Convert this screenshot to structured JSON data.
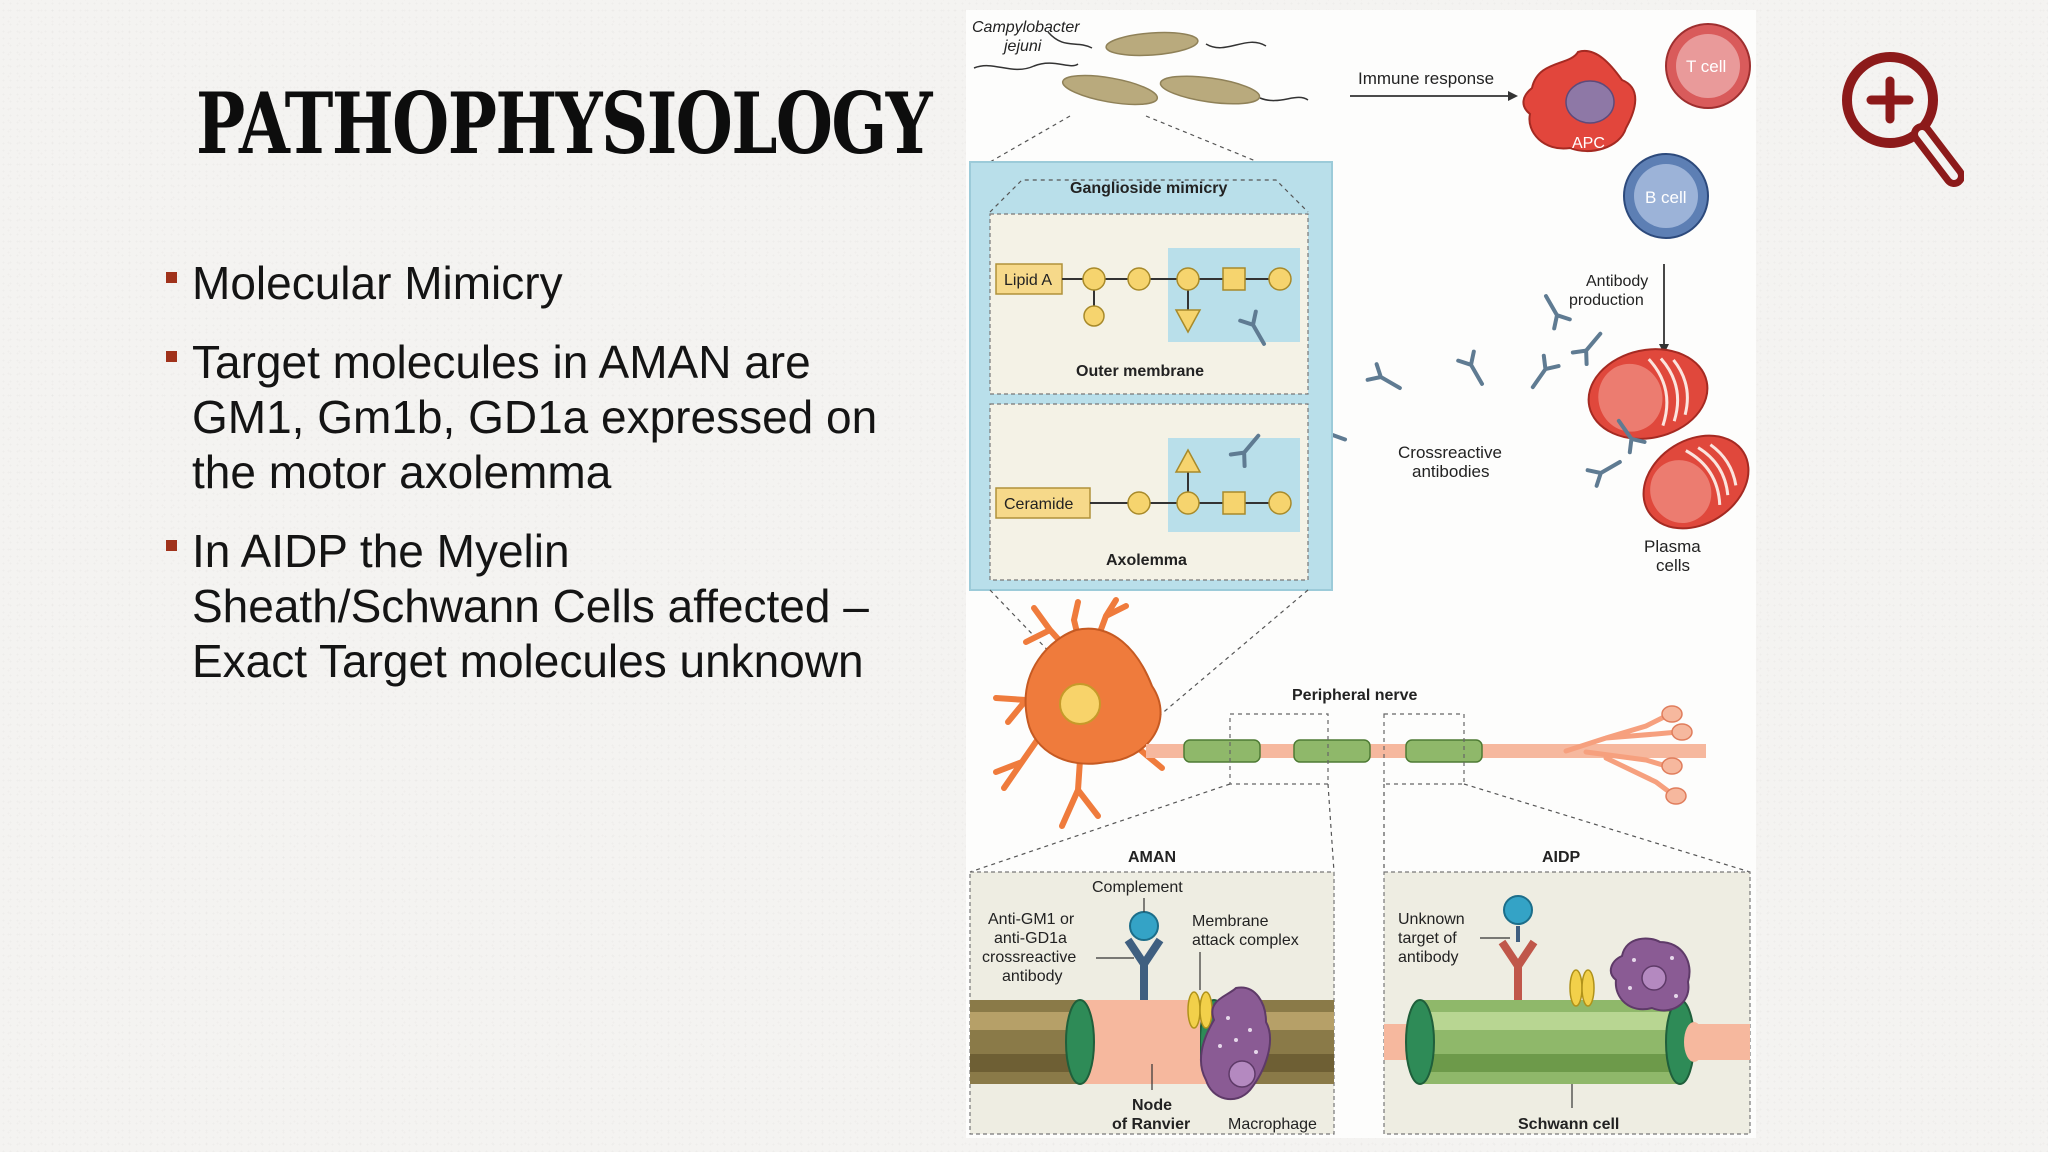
{
  "slide": {
    "title": "PATHOPHYSIOLOGY",
    "bullets": [
      "Molecular Mimicry",
      "Target molecules in AMAN are GM1, Gm1b, GD1a expressed on the motor axolemma",
      "In AIDP the Myelin Sheath/Schwann Cells affected – Exact Target molecules unknown"
    ]
  },
  "toolbar": {
    "zoom_icon": "zoom-in-icon"
  },
  "figure": {
    "bacterium_line1": "Campylobacter",
    "bacterium_line2": "jejuni",
    "immune_response": "Immune response",
    "apc": "APC",
    "t_cell": "T cell",
    "b_cell": "B cell",
    "antibody_production_line1": "Antibody",
    "antibody_production_line2": "production",
    "ganglioside_mimicry": "Ganglioside mimicry",
    "lipid_a": "Lipid A",
    "outer_membrane": "Outer membrane",
    "ceramide": "Ceramide",
    "axolemma": "Axolemma",
    "crossreactive_line1": "Crossreactive",
    "crossreactive_line2": "antibodies",
    "plasma_line1": "Plasma",
    "plasma_line2": "cells",
    "peripheral_nerve": "Peripheral nerve",
    "aman": "AMAN",
    "aidp": "AIDP",
    "complement": "Complement",
    "anti_gm1_line1": "Anti-GM1 or",
    "anti_gm1_line2": "anti-GD1a",
    "anti_gm1_line3": "crossreactive",
    "anti_gm1_line4": "antibody",
    "mac_line1": "Membrane",
    "mac_line2": "attack complex",
    "node_line1": "Node",
    "node_line2": "of Ranvier",
    "macrophage": "Macrophage",
    "unknown_line1": "Unknown",
    "unknown_line2": "target of",
    "unknown_line3": "antibody",
    "schwann_cell": "Schwann cell"
  },
  "colors": {
    "accent": "#a0321b",
    "zoom_icon": "#8c1a1a",
    "panel_blue": "#b9dfea",
    "axon": "#f3b49a",
    "myelin_green": "#8fb86a",
    "plasma_red": "#e0483c",
    "antibody": "#5f7b92"
  }
}
